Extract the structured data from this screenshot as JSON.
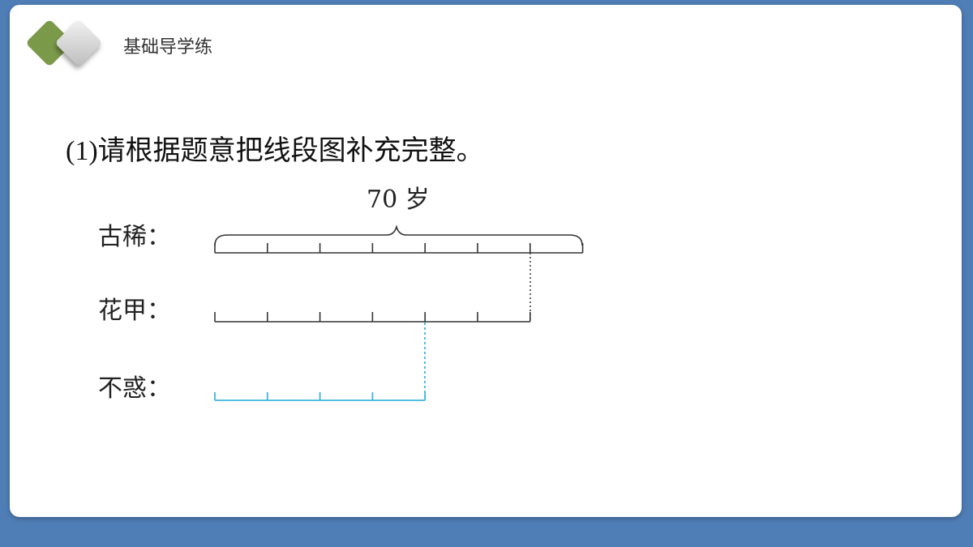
{
  "header": {
    "title": "基础导学练"
  },
  "question": {
    "number": "(1)",
    "text": "请根据题意把线段图补充完整。"
  },
  "diagram": {
    "total_label": "70 岁",
    "rows": [
      {
        "label": "古稀：",
        "segments": 7
      },
      {
        "label": "花甲：",
        "segments": 6
      },
      {
        "label": "不惑：",
        "segments": 4
      }
    ],
    "colors": {
      "line": "#333333",
      "answer": "#3cb4e0",
      "logo_green": "#7a9a4a",
      "logo_gray": "#dcdcdc"
    }
  }
}
